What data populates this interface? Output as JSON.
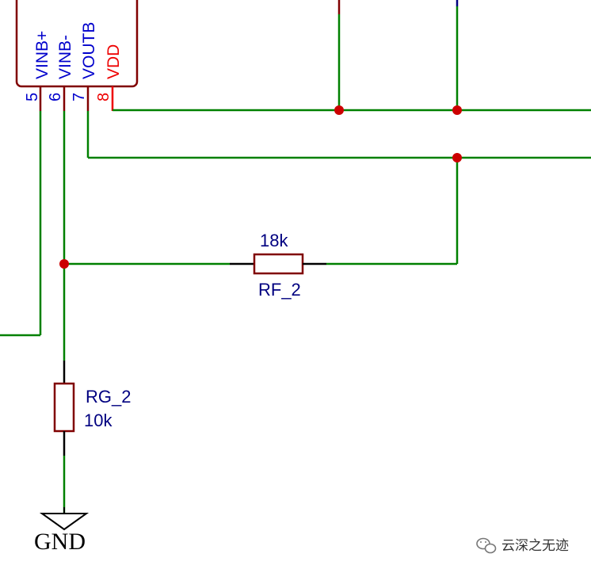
{
  "colors": {
    "wire": "#008000",
    "component": "#800000",
    "junction": "#cc0000",
    "pin_text": "#0000cc",
    "power_pin_text": "#ee0000",
    "component_text": "#000080",
    "ground": "#000000"
  },
  "ic": {
    "pins": [
      {
        "number": "5",
        "name": "VINB+",
        "kind": "signal"
      },
      {
        "number": "6",
        "name": "VINB-",
        "kind": "signal"
      },
      {
        "number": "7",
        "name": "VOUTB",
        "kind": "signal"
      },
      {
        "number": "8",
        "name": "VDD",
        "kind": "power"
      }
    ]
  },
  "components": {
    "rf": {
      "designator": "RF_2",
      "value": "18k"
    },
    "rg": {
      "designator": "RG_2",
      "value": "10k"
    }
  },
  "ground": {
    "label": "GND"
  },
  "watermark": {
    "icon": "wechat-icon",
    "text": "云深之无迹"
  }
}
